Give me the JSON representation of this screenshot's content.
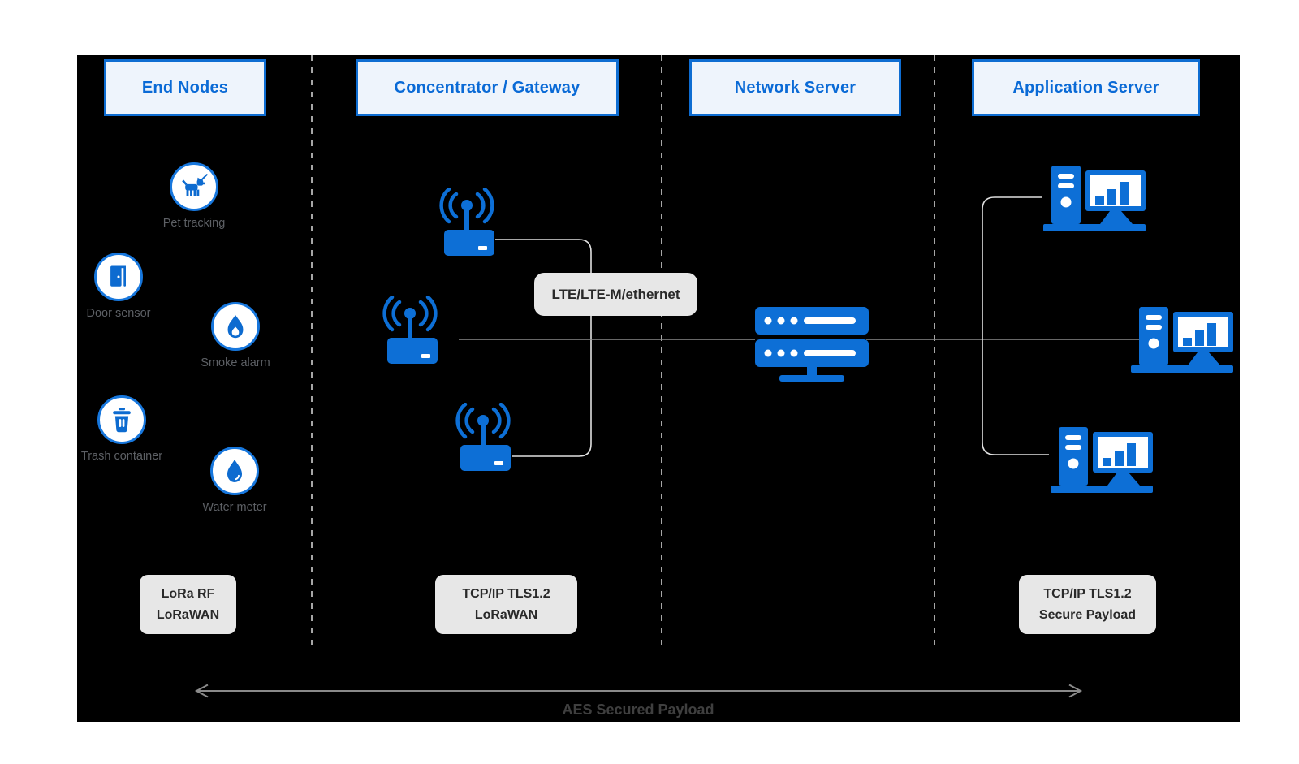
{
  "diagram": {
    "columns": [
      {
        "title": "End Nodes"
      },
      {
        "title": "Concentrator / Gateway"
      },
      {
        "title": "Network Server"
      },
      {
        "title": "Application Server"
      }
    ],
    "end_nodes": [
      {
        "label": "Pet tracking",
        "icon": "dog-icon"
      },
      {
        "label": "Door sensor",
        "icon": "door-icon"
      },
      {
        "label": "Smoke alarm",
        "icon": "flame-icon"
      },
      {
        "label": "Trash container",
        "icon": "trash-icon"
      },
      {
        "label": "Water meter",
        "icon": "water-drop-icon"
      }
    ],
    "gateways": {
      "count": 3,
      "icon": "gateway-antenna-icon"
    },
    "network_server": {
      "icon": "server-rack-icon"
    },
    "application_servers": {
      "count": 3,
      "icon": "workstation-icon"
    },
    "connection_label": "LTE/LTE-M/ethernet",
    "protocol_boxes": [
      {
        "line1": "LoRa RF",
        "line2": "LoRaWAN"
      },
      {
        "line1": "TCP/IP TLS1.2",
        "line2": "LoRaWAN"
      },
      {
        "line1": "TCP/IP TLS1.2",
        "line2": "Secure Payload"
      }
    ],
    "footer_arrow_label": "AES Secured Payload",
    "colors": {
      "canvas_bg": "#000000",
      "header_bg": "#eef4fc",
      "header_border": "#0e6dd2",
      "header_text": "#0a6ad6",
      "icon_blue": "#0d6fd6",
      "node_ring_blue": "#1777dd",
      "node_label_text": "#5d6065",
      "label_box_bg": "#e7e7e7",
      "label_box_text": "#2a2a2a",
      "wire_gray": "#8a8a8a",
      "wire_light": "#e0e0e0",
      "divider_dash": "#cfcfcf",
      "arrow": "#8a8a8a",
      "footer_text": "#3f3f3f"
    }
  }
}
